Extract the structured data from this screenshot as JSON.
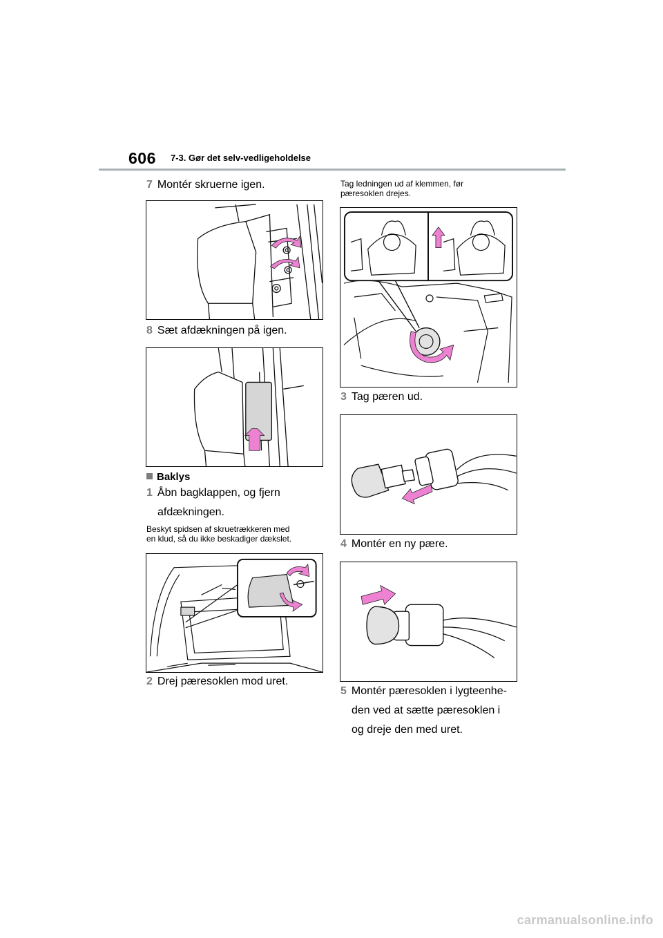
{
  "header": {
    "page_number": "606",
    "section": "7-3. Gør det selv-vedligeholdelse"
  },
  "left": {
    "step7": {
      "num": "7",
      "text": "Montér skruerne igen."
    },
    "step8": {
      "num": "8",
      "text": "Sæt afdækningen på igen."
    },
    "heading": "Baklys",
    "step1": {
      "num": "1",
      "line1": "Åbn bagklappen, og fjern",
      "line2": "afdækningen."
    },
    "note1": {
      "line1": "Beskyt spidsen af skruetrækkeren med",
      "line2": "en klud, så du ikke beskadiger dækslet."
    },
    "step2": {
      "num": "2",
      "text": "Drej pæresoklen mod uret."
    }
  },
  "right": {
    "note2": {
      "line1": "Tag ledningen ud af klemmen, før",
      "line2": "pæresoklen drejes."
    },
    "step3": {
      "num": "3",
      "text": "Tag pæren ud."
    },
    "step4": {
      "num": "4",
      "text": "Montér en ny pære."
    },
    "step5": {
      "num": "5",
      "line1": "Montér pæresoklen i lygteenhe-",
      "line2": "den ved at sætte pæresoklen i",
      "line3": "og dreje den med uret."
    }
  },
  "colors": {
    "arrow": "#ee82d2",
    "accent_rule": "#a7b0b5",
    "step_number": "#7d7d7d"
  },
  "watermark": "carmanualsonline.info"
}
